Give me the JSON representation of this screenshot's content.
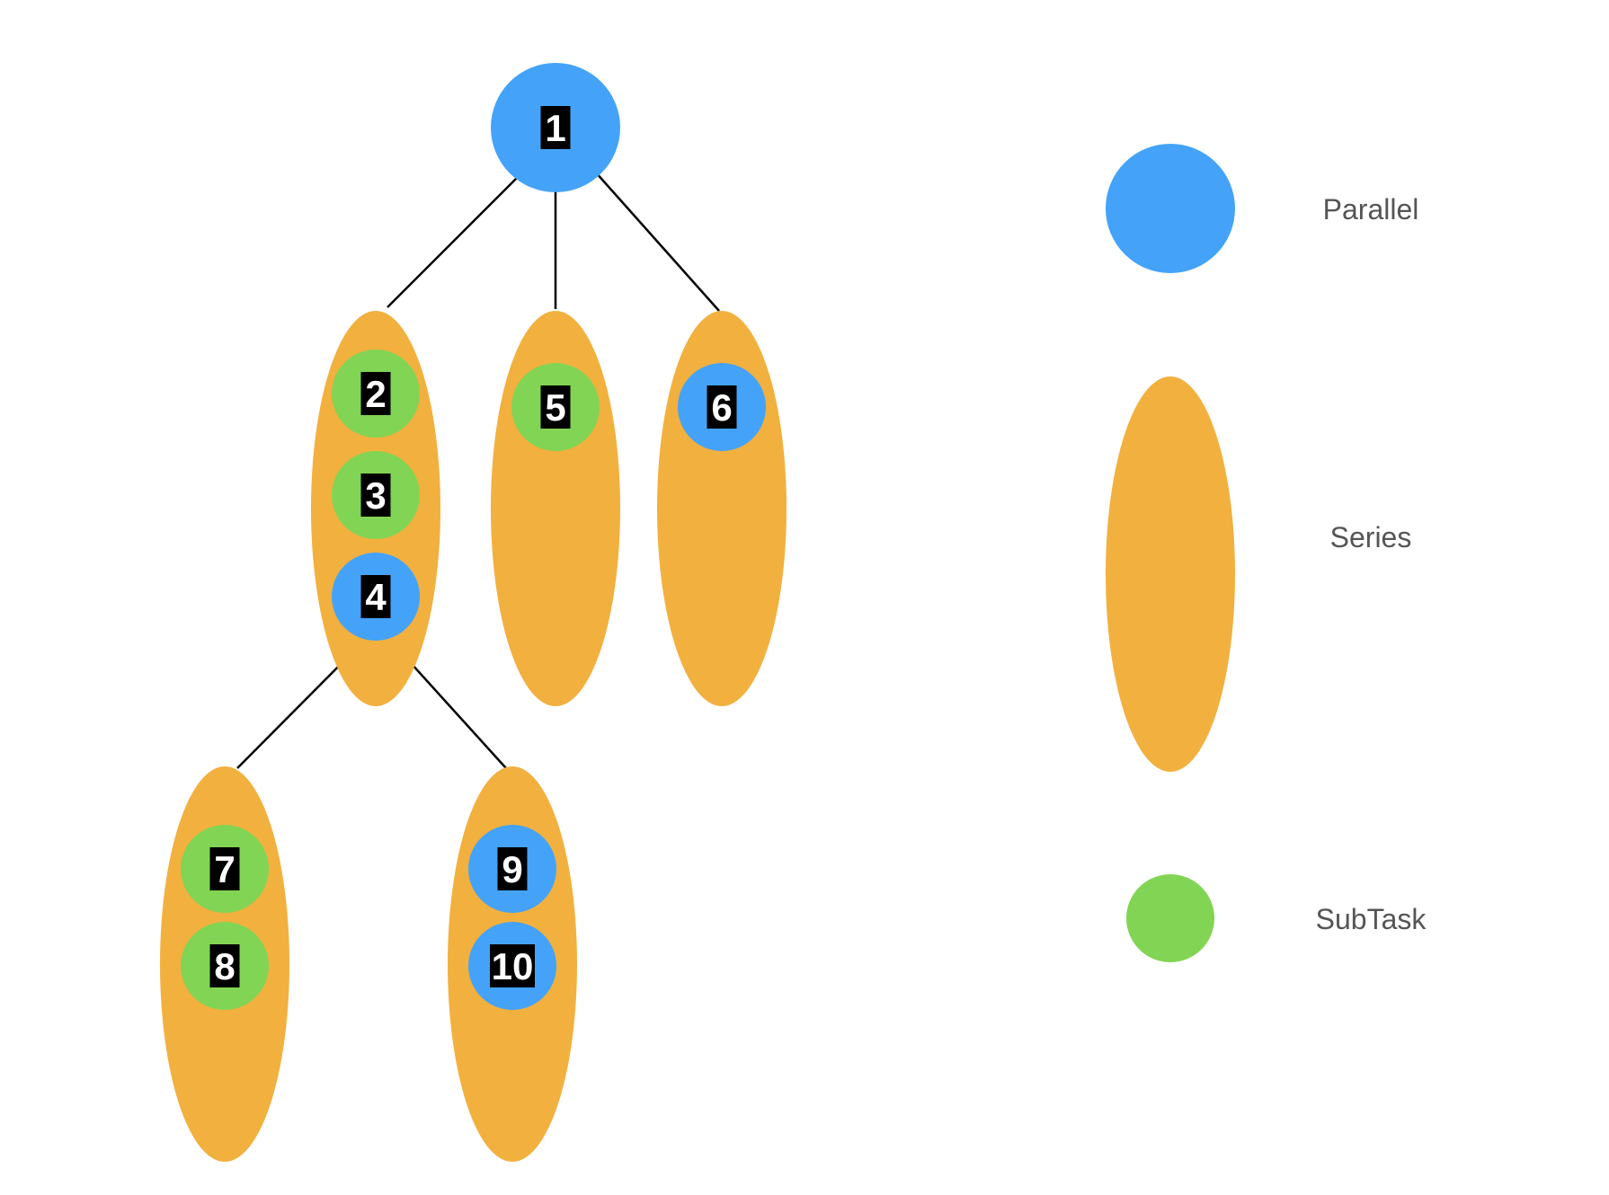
{
  "colors": {
    "parallel": "#44A3F8",
    "series": "#F2B03F",
    "subtask": "#82D454",
    "edge": "#000000",
    "label_bg": "#000000",
    "label_fg": "#FFFFFF",
    "legend_text": "#555555"
  },
  "tree": {
    "root": {
      "label": "1",
      "kind": "parallel"
    },
    "series_groups": [
      {
        "id": "s-2-3-4",
        "parent": "1",
        "nodes": [
          {
            "label": "2",
            "kind": "subtask"
          },
          {
            "label": "3",
            "kind": "subtask"
          },
          {
            "label": "4",
            "kind": "parallel"
          }
        ]
      },
      {
        "id": "s-5",
        "parent": "1",
        "nodes": [
          {
            "label": "5",
            "kind": "subtask"
          }
        ]
      },
      {
        "id": "s-6",
        "parent": "1",
        "nodes": [
          {
            "label": "6",
            "kind": "parallel"
          }
        ]
      },
      {
        "id": "s-7-8",
        "parent": "4",
        "nodes": [
          {
            "label": "7",
            "kind": "subtask"
          },
          {
            "label": "8",
            "kind": "subtask"
          }
        ]
      },
      {
        "id": "s-9-10",
        "parent": "4",
        "nodes": [
          {
            "label": "9",
            "kind": "parallel"
          },
          {
            "label": "10",
            "kind": "parallel"
          }
        ]
      }
    ]
  },
  "legend": [
    {
      "kind": "parallel",
      "label": "Parallel"
    },
    {
      "kind": "series",
      "label": "Series"
    },
    {
      "kind": "subtask",
      "label": "SubTask"
    }
  ]
}
